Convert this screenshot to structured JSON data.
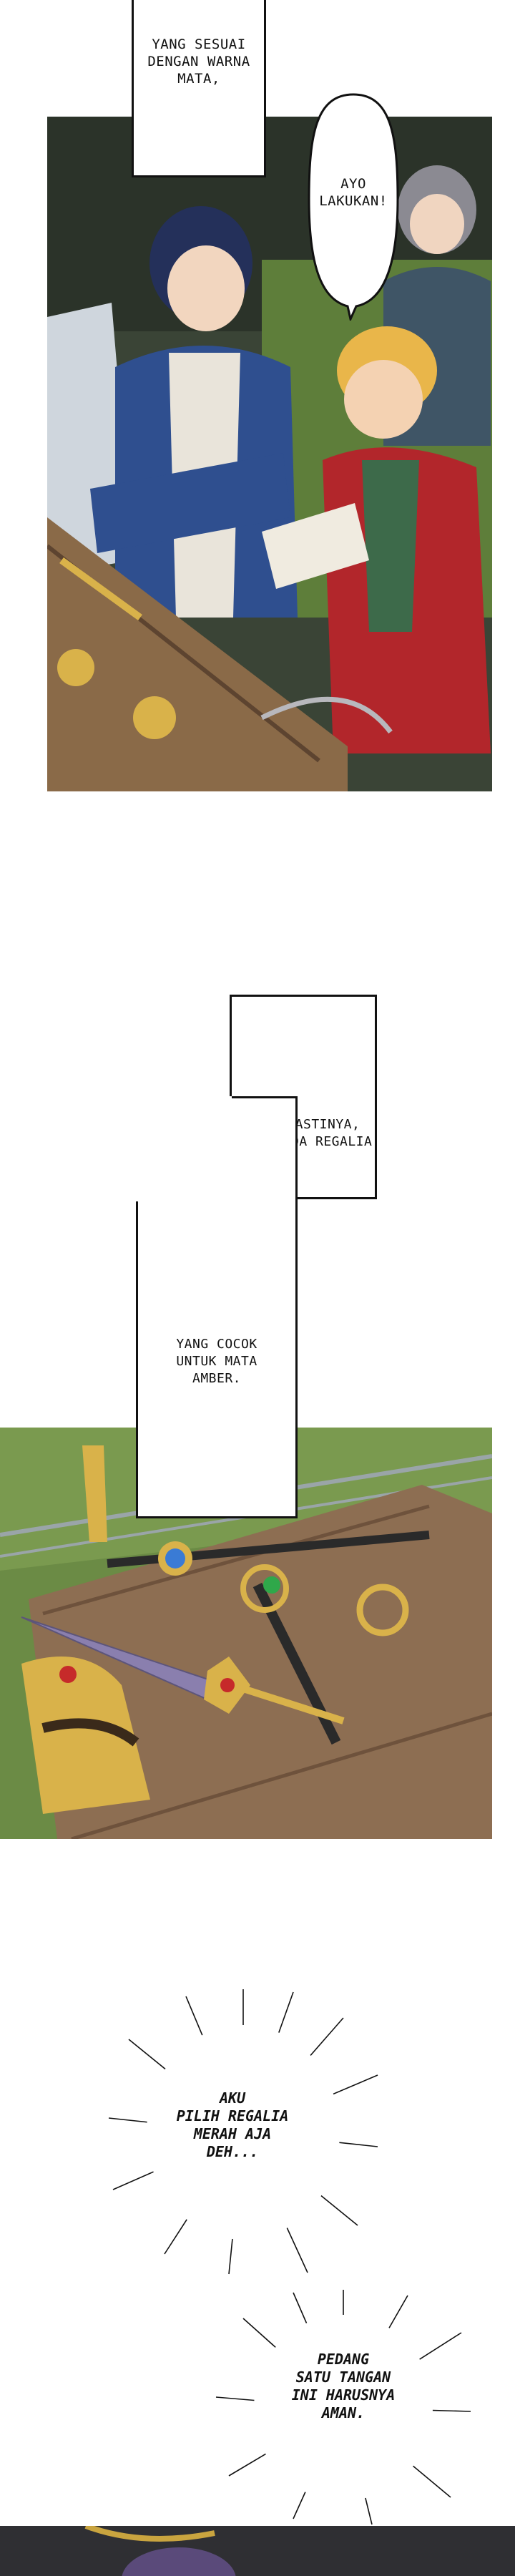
{
  "page": {
    "background": "#ffffff"
  },
  "panels": {
    "students": {
      "dialogue": {
        "eye_color": "YANG SESUAI\nDENGAN WARNA\nMATA,",
        "lets_go": "AYO\nLAKUKAN!"
      },
      "colors": {
        "sky": "#3d4a3a",
        "grass": "#5e7e3a",
        "blue_coat": "#2f4f8f",
        "red_coat": "#b2262b",
        "blonde": "#e9b64a",
        "table": "#8a6a48"
      }
    },
    "narration": {
      "no_regalia": "TAPI PASTINYA,\nTIDAK ADA REGALIA",
      "amber": "YANG COCOK\nUNTUK MATA\nAMBER."
    },
    "regalia_table": {
      "colors": {
        "grass": "#6b8b45",
        "table": "#8d6e52",
        "gold": "#d9b24a",
        "blade": "#8a7fae",
        "gem_red": "#c62a2a",
        "gem_blue": "#3a7bd5",
        "gem_green": "#2fa84a"
      }
    },
    "decision": {
      "choose_red": "AKU\nPILIH REGALIA\nMERAH AJA\nDEH...",
      "sword_safe": "PEDANG\nSATU TANGAN\nINI HARUSNYA\nAMAN."
    }
  }
}
